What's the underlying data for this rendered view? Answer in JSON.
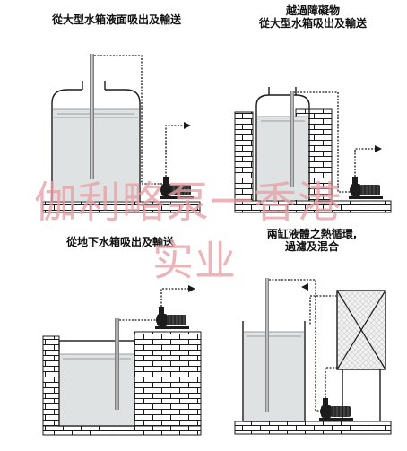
{
  "panels": {
    "top_left": {
      "caption_lines": [
        "從大型水箱液面吸出及輸送"
      ]
    },
    "top_right": {
      "caption_lines": [
        "越過障礙物",
        "從大型水箱吸出及輸送"
      ]
    },
    "bottom_left": {
      "caption_lines": [
        "從地下水箱吸出及輸送"
      ]
    },
    "bottom_right": {
      "caption_lines": [
        "兩缸液體之熱循環,",
        "過濾及混合"
      ]
    }
  },
  "watermark": {
    "line1": "伽利略泵一香港",
    "line2": "实业",
    "color": "#e7a0a6"
  },
  "colors": {
    "line": "#1a1a1a",
    "liquid": "#dfe2e3",
    "brick_fill": "#ffffff",
    "pump": "#1c1c1c"
  }
}
